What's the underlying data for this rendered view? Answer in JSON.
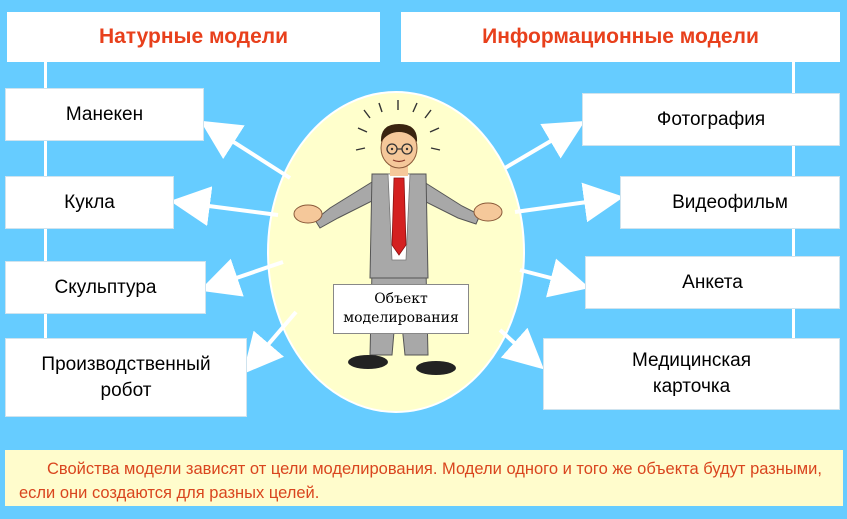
{
  "headers": {
    "left": "Натурные  модели",
    "right": "Информационные  модели"
  },
  "left_models": [
    "Манекен",
    "Кукла",
    "Скульптура",
    "Производственный\nробот"
  ],
  "right_models": [
    "Фотография",
    "Видеофильм",
    "Анкета",
    "Медицинская\nкарточка"
  ],
  "center_label": "Объект\nмоделирования",
  "note": "Свойства модели зависят от цели моделирования. Модели одного и того же объекта будут разными, если они создаются для разных целей.",
  "colors": {
    "background": "#66ccff",
    "header_text": "#e8401c",
    "ellipse": "#ffffcc",
    "note_bg": "#fffccc",
    "note_text": "#d9451e",
    "tie": "#d42020",
    "suit": "#a8a8a8"
  }
}
